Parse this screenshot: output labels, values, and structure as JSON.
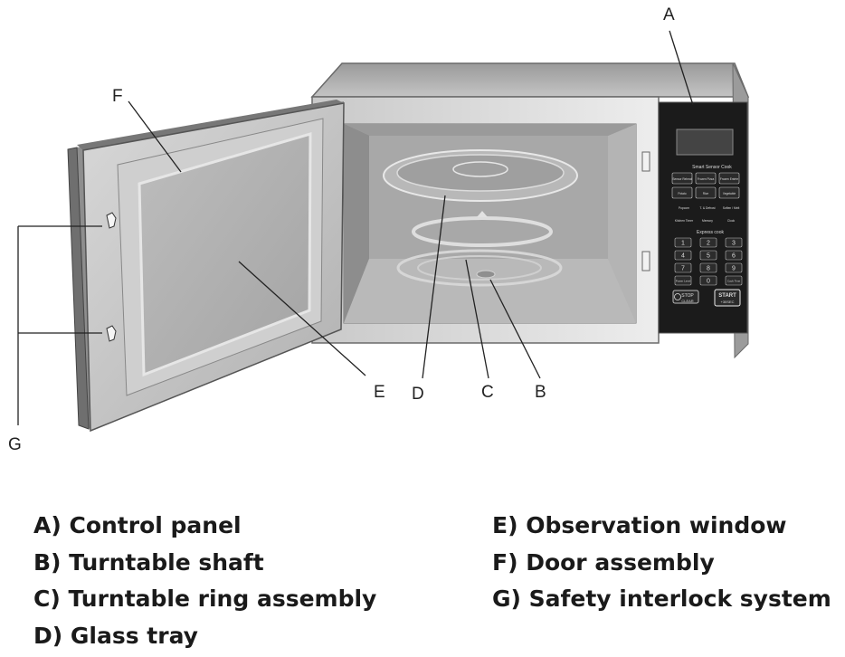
{
  "callouts": {
    "a": "A",
    "b": "B",
    "c": "C",
    "d": "D",
    "e": "E",
    "f": "F",
    "g": "G"
  },
  "panel": {
    "title": "Smart Sensor Cook",
    "sensor_buttons": [
      "Sensor Reheat",
      "Frozen Pizza",
      "Frozen Entrée",
      "Potato",
      "Rice",
      "Vegetable"
    ],
    "function_labels": [
      "Popcorn",
      "T. & Defrost",
      "Soften / Melt",
      "Kitchen Timer",
      "Memory",
      "Clock"
    ],
    "express_title": "Express cook",
    "keypad": [
      "1",
      "2",
      "3",
      "4",
      "5",
      "6",
      "7",
      "8",
      "9",
      "Power Level",
      "0",
      "Cook Time"
    ],
    "stop_label": "STOP",
    "stop_sub": "CLEAR",
    "start_label": "START",
    "start_sub": "+30SEC"
  },
  "legend": {
    "left": [
      "A) Control panel",
      "B) Turntable shaft",
      "C) Turntable ring assembly",
      "D) Glass tray"
    ],
    "right": [
      "E) Observation window",
      "F) Door assembly",
      "G) Safety interlock system"
    ]
  }
}
